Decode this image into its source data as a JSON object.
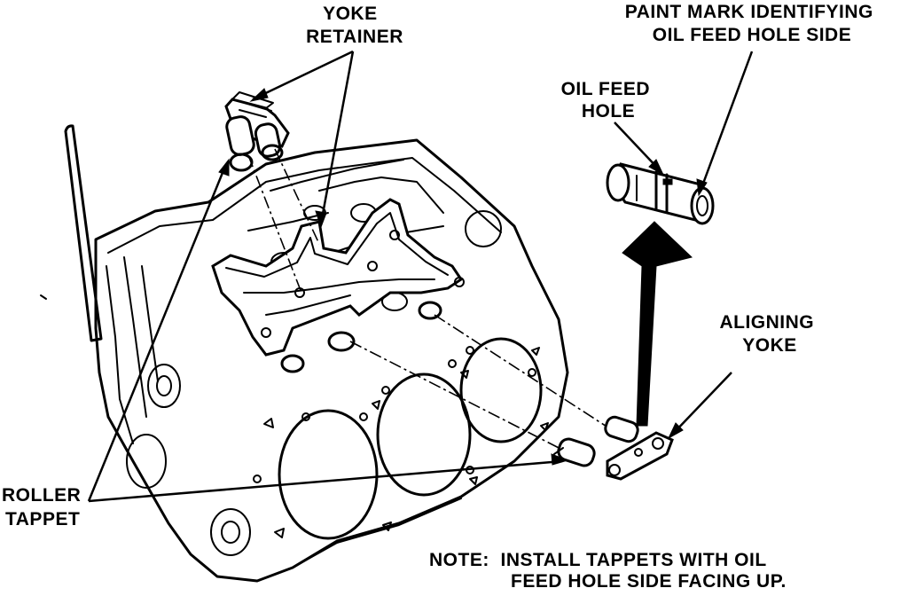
{
  "labels": {
    "yoke_retainer": [
      "YOKE",
      "RETAINER"
    ],
    "paint_mark": [
      "PAINT MARK IDENTIFYING",
      "OIL FEED HOLE SIDE"
    ],
    "oil_feed_hole": [
      "OIL FEED",
      "HOLE"
    ],
    "aligning_yoke": [
      "ALIGNING",
      "YOKE"
    ],
    "roller_tappet": [
      "ROLLER",
      "TAPPET"
    ],
    "note": [
      "NOTE:  INSTALL TAPPETS WITH OIL",
      "FEED HOLE SIDE FACING UP."
    ]
  },
  "colors": {
    "ink": "#000000",
    "paper": "#ffffff"
  }
}
